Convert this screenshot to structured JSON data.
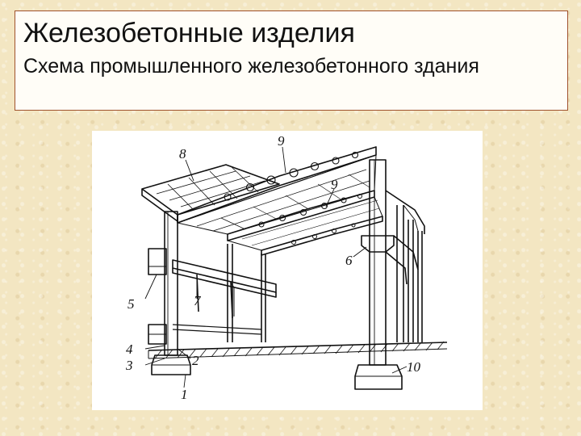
{
  "header": {
    "title": "Железобетонные изделия",
    "subtitle": "Схема промышленного железобетонного здания"
  },
  "diagram": {
    "labels": {
      "l1": "1",
      "l2": "2",
      "l3": "3",
      "l4": "4",
      "l5": "5",
      "l6": "6",
      "l7": "7",
      "l8": "8",
      "l9a": "9",
      "l9b": "9",
      "l10": "10"
    }
  }
}
